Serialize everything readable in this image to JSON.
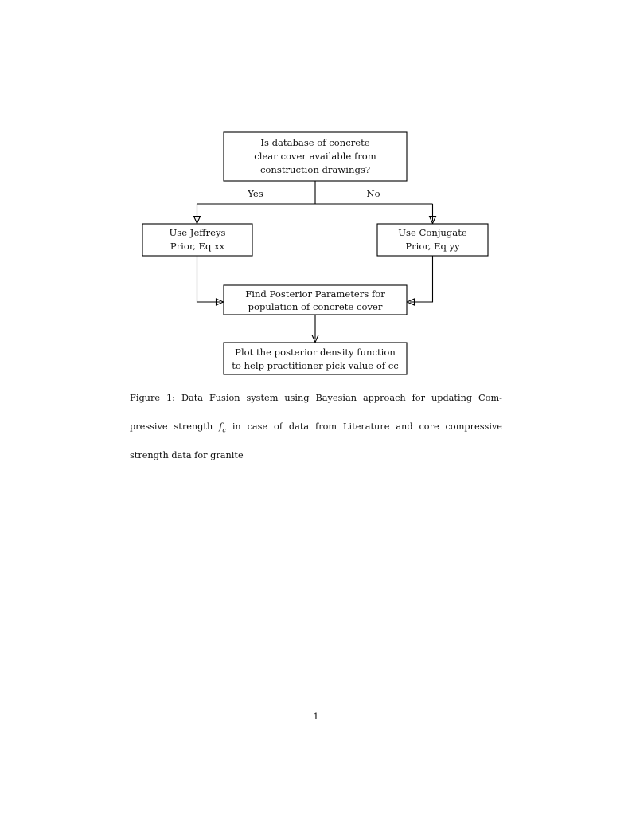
{
  "document": {
    "page_number": "1",
    "background_color": "#ffffff",
    "ink_color": "#000000"
  },
  "figure": {
    "nodes": [
      {
        "id": "decision",
        "role": "decision-question",
        "lines": [
          "Is database of concrete",
          "clear cover available from",
          "construction drawings?"
        ]
      },
      {
        "id": "jeffreys",
        "role": "branch-yes-action",
        "lines": [
          "Use Jeffreys",
          "Prior, Eq xx"
        ]
      },
      {
        "id": "conjugate",
        "role": "branch-no-action",
        "lines": [
          "Use Conjugate",
          "Prior, Eq yy"
        ]
      },
      {
        "id": "posterior",
        "role": "merge-action",
        "lines": [
          "Find Posterior Parameters for",
          "population of concrete cover"
        ]
      },
      {
        "id": "plot",
        "role": "terminal-action",
        "lines": [
          "Plot the posterior density function",
          "to help practitioner pick value of cc"
        ]
      }
    ],
    "branch_labels": {
      "yes": "Yes",
      "no": "No"
    }
  },
  "caption": {
    "label": "Figure 1:",
    "line1_a": "Data Fusion system using Bayesian approach for updating Com-",
    "line2_a": "pressive strength ",
    "line2_var": "f",
    "line2_sub": "c",
    "line2_b": " in case of data from Literature and core compressive",
    "line3": "strength data for granite",
    "full_text": "Figure 1: Data Fusion system using Bayesian approach for updating Compressive strength f_c in case of data from Literature and core compressive strength data for granite"
  }
}
